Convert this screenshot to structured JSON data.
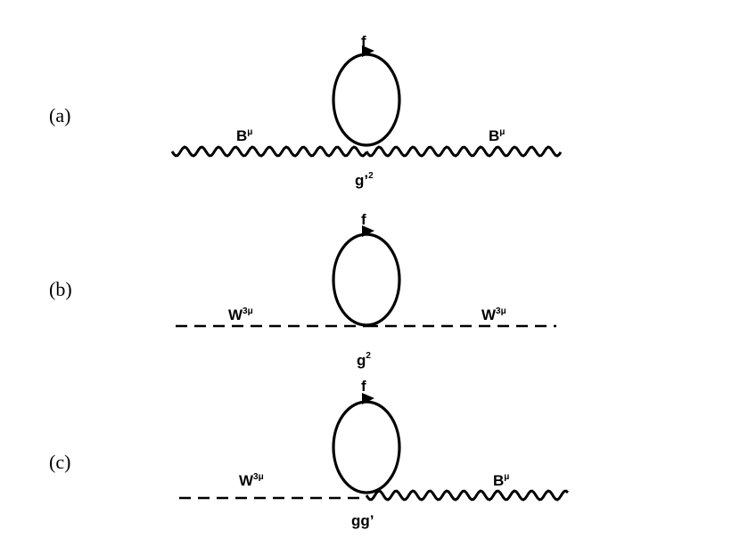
{
  "panels": [
    {
      "id": "a",
      "label": "(a)",
      "loop_label": "f",
      "left_line": {
        "style": "wavy",
        "label": "B",
        "sup": "μ"
      },
      "right_line": {
        "style": "wavy",
        "label": "B",
        "sup": "μ"
      },
      "coupling": {
        "base": "g’",
        "sup": "2"
      }
    },
    {
      "id": "b",
      "label": "(b)",
      "loop_label": "f",
      "left_line": {
        "style": "dashed",
        "label": "W",
        "sup": "3μ"
      },
      "right_line": {
        "style": "dashed",
        "label": "W",
        "sup": "3μ"
      },
      "coupling": {
        "base": "g",
        "sup": "2"
      }
    },
    {
      "id": "c",
      "label": "(c)",
      "loop_label": "f",
      "left_line": {
        "style": "dashed",
        "label": "W",
        "sup": "3μ"
      },
      "right_line": {
        "style": "wavy",
        "label": "B",
        "sup": "μ"
      },
      "coupling": {
        "base": "gg’",
        "sup": ""
      }
    }
  ]
}
